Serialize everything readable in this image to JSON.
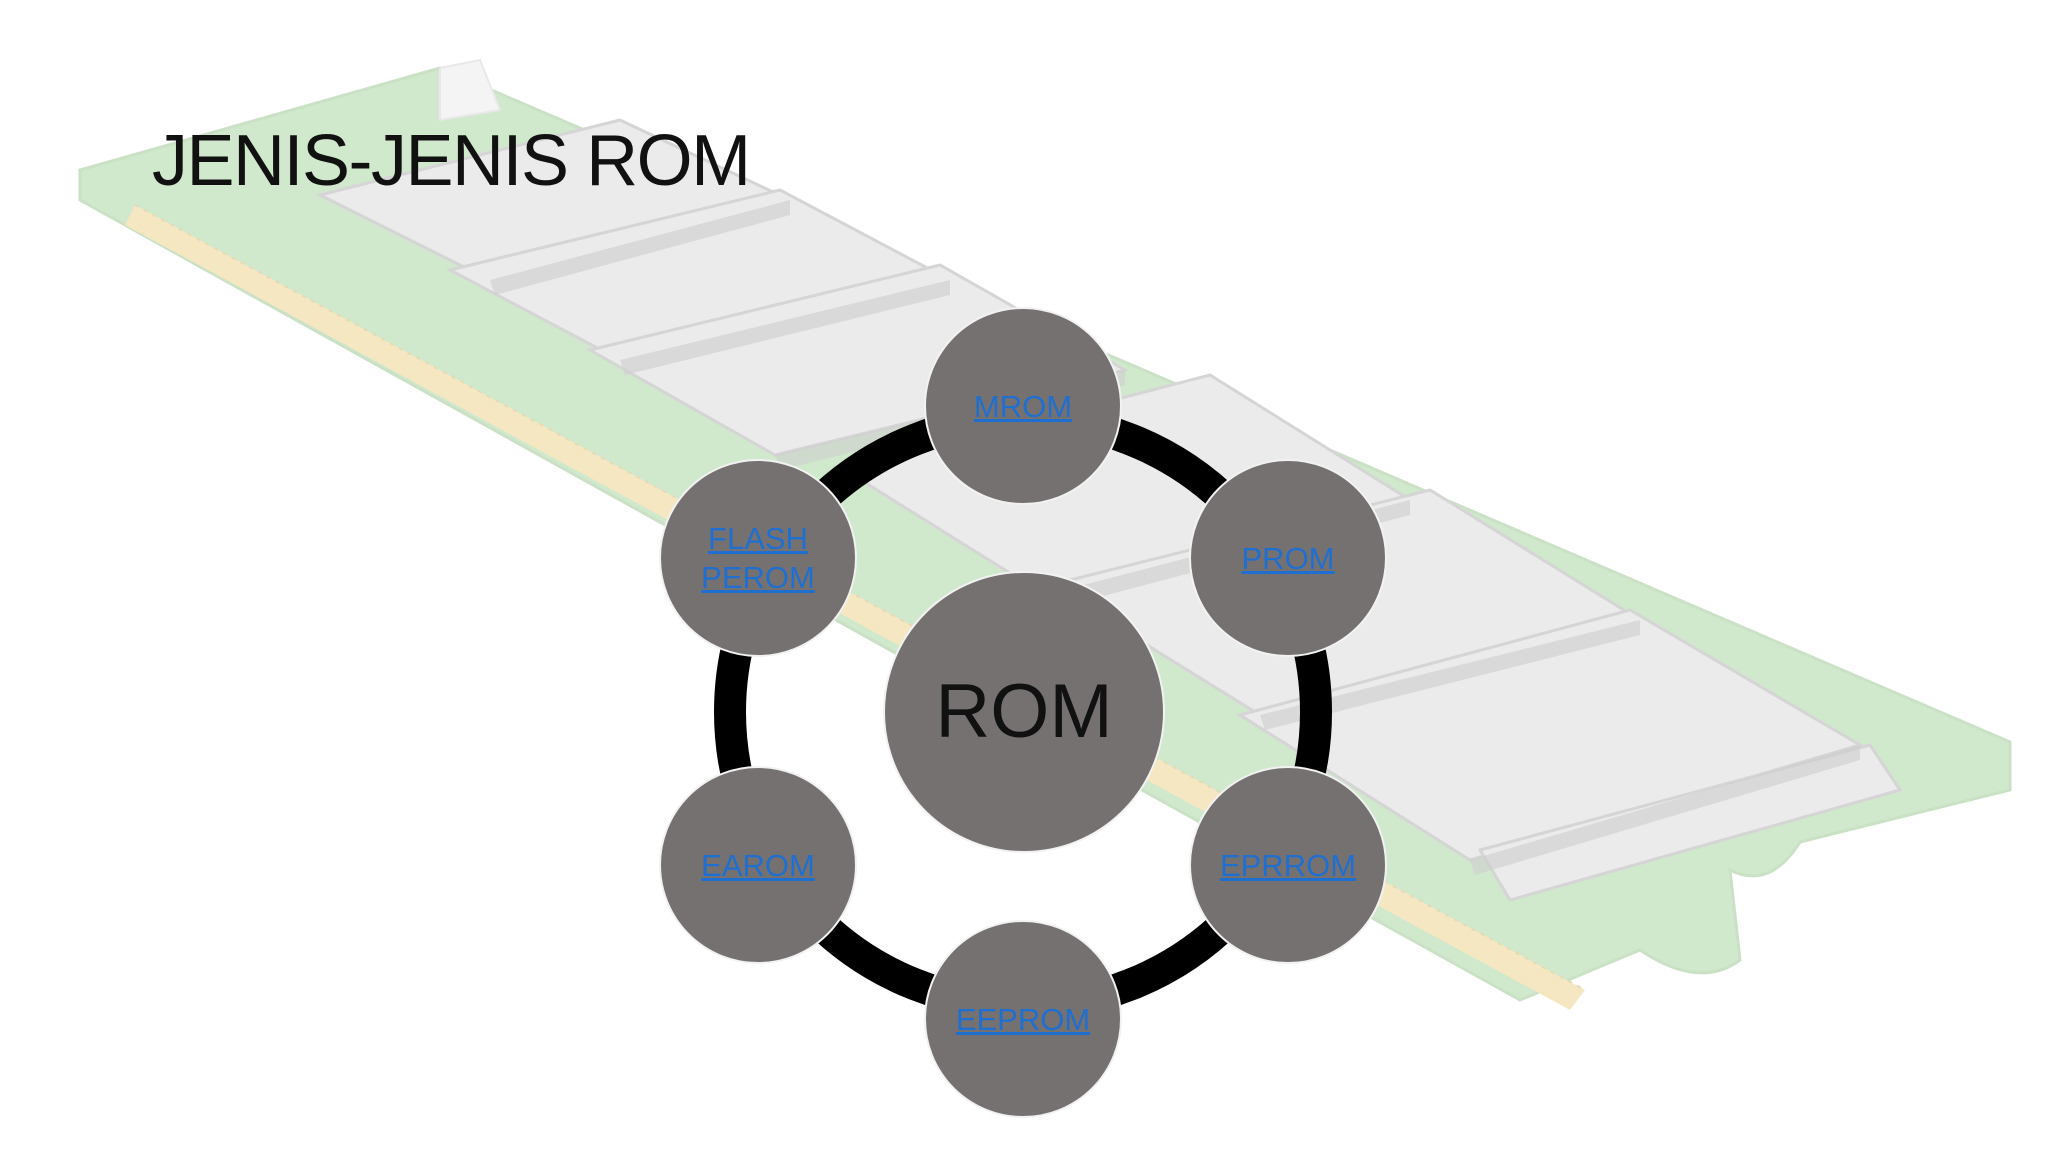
{
  "slide": {
    "title": "JENIS-JENIS ROM"
  },
  "diagram": {
    "center": "ROM",
    "nodes": [
      {
        "id": "mrom",
        "label": "MROM"
      },
      {
        "id": "prom",
        "label": "PROM"
      },
      {
        "id": "eprrom",
        "label": "EPRROM"
      },
      {
        "id": "eeprom",
        "label": "EEPROM"
      },
      {
        "id": "earom",
        "label": "EAROM"
      },
      {
        "id": "flash-perom",
        "label": "FLASH\nPEROM"
      }
    ]
  },
  "colors": {
    "node_fill": "#767171",
    "link_text": "#1f6fd0",
    "ring": "#000000",
    "pcb": "#b9dcb1"
  }
}
